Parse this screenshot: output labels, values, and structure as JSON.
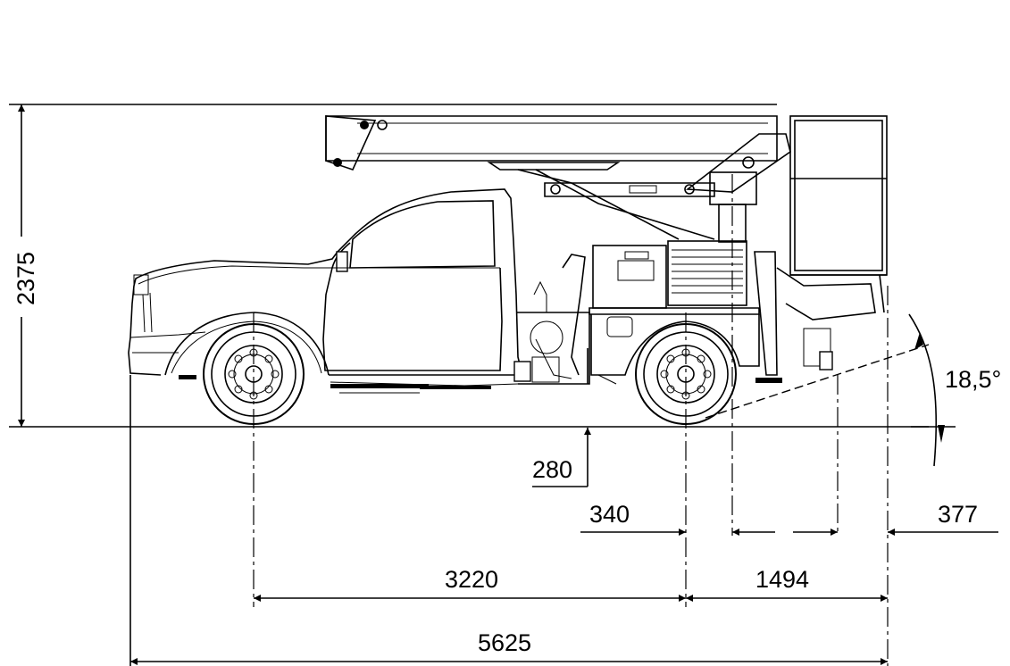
{
  "dimensions": {
    "overall_height": "2375",
    "overall_length": "5625",
    "wheelbase": "3220",
    "rear_overhang": "1494",
    "ground_clearance": "280",
    "outrigger_offset": "340",
    "basket_overhang": "377",
    "departure_angle": "18,5°"
  }
}
